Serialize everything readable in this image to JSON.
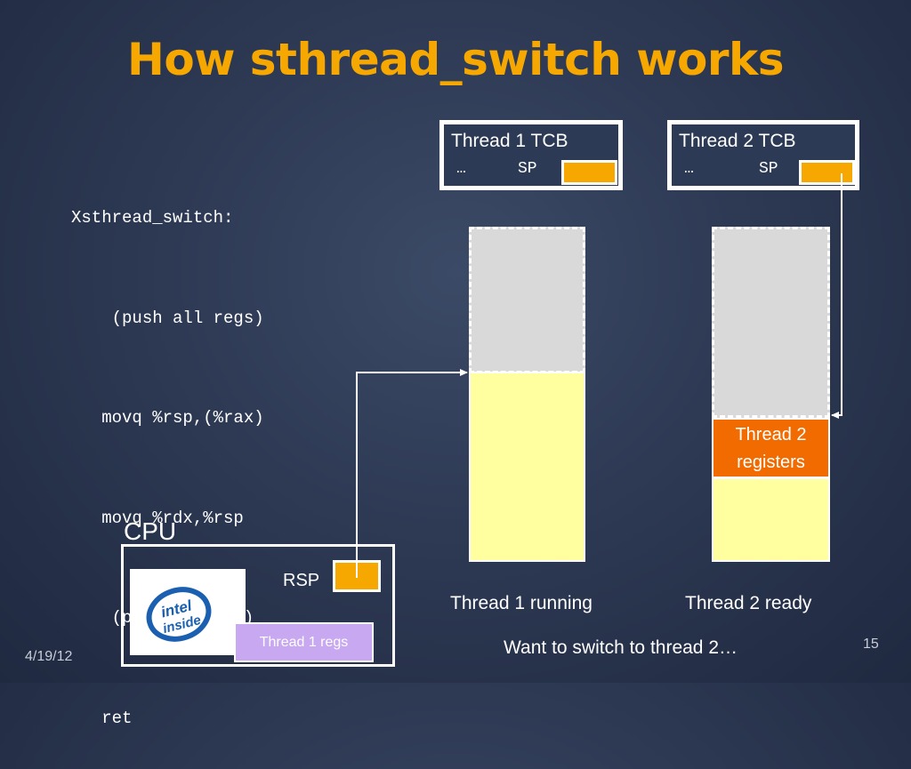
{
  "title": "How sthread_switch works",
  "code_lines": [
    "Xsthread_switch:",
    "    (push all regs)",
    "   movq %rsp,(%rax)",
    "   movq %rdx,%rsp",
    "    (pop all regs)",
    "   ret"
  ],
  "tcb1": {
    "title": "Thread 1 TCB",
    "dots": "…",
    "sp_label": "SP"
  },
  "tcb2": {
    "title": "Thread 2 TCB",
    "dots": "…",
    "sp_label": "SP"
  },
  "thread2_registers": {
    "line1": "Thread 2",
    "line2": "registers"
  },
  "captions": {
    "thread1": "Thread 1 running",
    "thread2": "Thread 2 ready"
  },
  "cpu": {
    "label": "CPU",
    "rsp_label": "RSP",
    "regs_label": "Thread 1 regs",
    "logo_text": "intel inside"
  },
  "note": "Want to switch to thread 2…",
  "footer": {
    "date": "4/19/12",
    "page": "15"
  },
  "colors": {
    "title": "#f7a800",
    "pointer_box": "#f7a800",
    "stack_used": "#ffffa0",
    "stack_free": "#d9d9d9",
    "t2_regs": "#f26b00",
    "t1_regs": "#c8a8f0"
  }
}
